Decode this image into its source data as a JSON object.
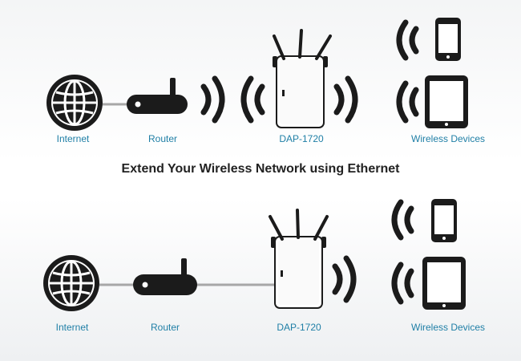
{
  "top": {
    "internet_label": "Internet",
    "router_label": "Router",
    "ap_label": "DAP-1720",
    "devices_label": "Wireless Devices"
  },
  "heading": "Extend Your Wireless Network using Ethernet",
  "bottom": {
    "internet_label": "Internet",
    "router_label": "Router",
    "ap_label": "DAP-1720",
    "devices_label": "Wireless Devices"
  },
  "colors": {
    "label": "#1f7fa6",
    "icon": "#1b1b1b",
    "cable": "#a7a7a7"
  }
}
